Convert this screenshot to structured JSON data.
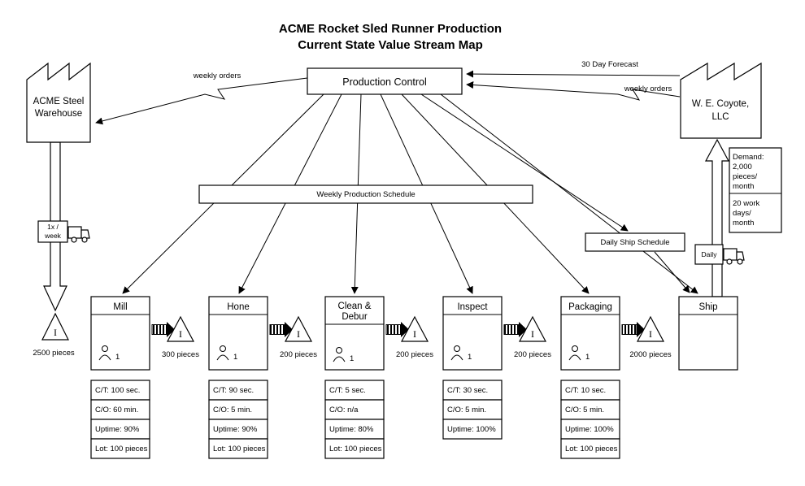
{
  "title": {
    "line1": "ACME Rocket Sled Runner Production",
    "line2": "Current State Value Stream Map"
  },
  "supplier": {
    "line1": "ACME  Steel",
    "line2": "Warehouse"
  },
  "customer": {
    "line1": "W. E. Coyote,",
    "line2": "LLC"
  },
  "production_control": {
    "label": "Production Control"
  },
  "labels": {
    "weekly_orders_left": "weekly orders",
    "forecast": "30 Day Forecast",
    "weekly_orders_right": "weekly orders",
    "weekly_schedule": "Weekly Production Schedule",
    "daily_schedule": "Daily Ship Schedule"
  },
  "demand": {
    "l1": "Demand:",
    "l2": "2,000",
    "l3": "pieces/",
    "l4": "month",
    "l5": "20 work",
    "l6": "days/",
    "l7": "month"
  },
  "inbound_shipment": {
    "line1": "1x /",
    "line2": "week"
  },
  "outbound_shipment": {
    "label": "Daily"
  },
  "processes": [
    {
      "name": "Mill",
      "operators": "1",
      "rows": [
        "C/T:  100 sec.",
        "C/O:  60 min.",
        "Uptime: 90%",
        "Lot: 100 pieces"
      ]
    },
    {
      "name": "Hone",
      "operators": "1",
      "rows": [
        "C/T:  90 sec.",
        "C/O:  5 min.",
        "Uptime: 90%",
        "Lot: 100 pieces"
      ]
    },
    {
      "name1": "Clean &",
      "name2": "Debur",
      "operators": "1",
      "rows": [
        "C/T:  5 sec.",
        "C/O:  n/a",
        "Uptime: 80%",
        "Lot: 100 pieces"
      ]
    },
    {
      "name": "Inspect",
      "operators": "1",
      "rows": [
        "C/T:  30 sec.",
        "C/O:  5 min.",
        "Uptime: 100%"
      ]
    },
    {
      "name": "Packaging",
      "operators": "1",
      "rows": [
        "C/T:  10 sec.",
        "C/O:  5 min.",
        "Uptime: 100%",
        "Lot: 100 pieces"
      ]
    },
    {
      "name": "Ship"
    }
  ],
  "inventories": [
    {
      "symbol": "I",
      "label": "2500 pieces"
    },
    {
      "symbol": "I",
      "label": "300 pieces"
    },
    {
      "symbol": "I",
      "label": "200 pieces"
    },
    {
      "symbol": "I",
      "label": "200 pieces"
    },
    {
      "symbol": "I",
      "label": "200 pieces"
    },
    {
      "symbol": "I",
      "label": "2000 pieces"
    }
  ]
}
